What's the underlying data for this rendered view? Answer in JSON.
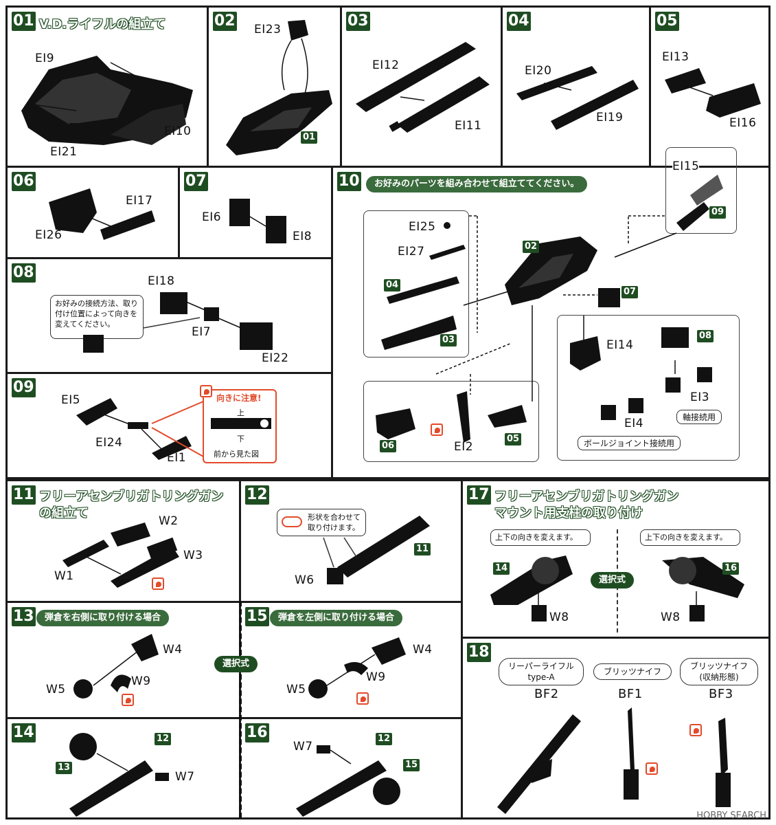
{
  "steps": {
    "s01": {
      "num": "01",
      "title": "V.D.ライフルの組立て",
      "parts": [
        "EI9",
        "EI21",
        "EI10"
      ]
    },
    "s02": {
      "num": "02",
      "parts": [
        "EI23"
      ],
      "ref": "01"
    },
    "s03": {
      "num": "03",
      "parts": [
        "EI12",
        "EI11"
      ]
    },
    "s04": {
      "num": "04",
      "parts": [
        "EI20",
        "EI19"
      ]
    },
    "s05": {
      "num": "05",
      "parts": [
        "EI13",
        "EI16"
      ]
    },
    "s06": {
      "num": "06",
      "parts": [
        "EI17",
        "EI26"
      ]
    },
    "s07": {
      "num": "07",
      "parts": [
        "EI6",
        "EI8"
      ]
    },
    "s08": {
      "num": "08",
      "parts": [
        "EI18",
        "EI7",
        "EI22"
      ],
      "note": "お好みの接続方法、取り付け位置によって向きを変えてください。"
    },
    "s09": {
      "num": "09",
      "parts": [
        "EI5",
        "EI24",
        "EI1"
      ],
      "warn_title": "向きに注意!",
      "warn_up": "上",
      "warn_down": "下",
      "warn_caption": "前から見た図"
    },
    "s10": {
      "num": "10",
      "title": "お好みのパーツを組み合わせて組立ててください。",
      "parts": [
        "EI15",
        "EI25",
        "EI27",
        "EI14",
        "EI3",
        "EI4",
        "EI2"
      ],
      "refs": [
        "09",
        "04",
        "03",
        "02",
        "07",
        "08",
        "06",
        "05"
      ],
      "axis_label": "軸接続用",
      "ball_label": "ボールジョイント接続用"
    },
    "s11": {
      "num": "11",
      "title_line1": "フリーアセンブリガトリングガン",
      "title_line2": "の組立て",
      "parts": [
        "W2",
        "W3",
        "W1"
      ]
    },
    "s12": {
      "num": "12",
      "note": "形状を合わせて取り付けます。",
      "parts": [
        "W6"
      ],
      "ref": "11"
    },
    "s13": {
      "num": "13",
      "pill": "弾倉を右側に取り付ける場合",
      "parts": [
        "W4",
        "W5",
        "W9"
      ]
    },
    "s15": {
      "num": "15",
      "pill": "弾倉を左側に取り付ける場合",
      "parts": [
        "W4",
        "W5",
        "W9"
      ]
    },
    "s14": {
      "num": "14",
      "parts": [
        "W7"
      ],
      "refs": [
        "13",
        "12"
      ]
    },
    "s16": {
      "num": "16",
      "parts": [
        "W7"
      ],
      "refs": [
        "12",
        "15"
      ]
    },
    "s17": {
      "num": "17",
      "title_line1": "フリーアセンブリガトリングガン",
      "title_line2": "マウント用支柱の取り付け",
      "note_left": "上下の向きを変えます。",
      "note_right": "上下の向きを変えます。",
      "select_label": "選択式",
      "parts": [
        "W8",
        "W8"
      ],
      "refs": [
        "14",
        "16"
      ]
    },
    "s18": {
      "num": "18",
      "items": [
        {
          "name_line1": "リーパーライフル",
          "name_line2": "type-A",
          "part": "BF2"
        },
        {
          "name_line1": "ブリッツナイフ",
          "name_line2": "",
          "part": "BF1"
        },
        {
          "name_line1": "ブリッツナイフ",
          "name_line2": "(収納形態)",
          "part": "BF3"
        }
      ]
    }
  },
  "select_label_mid": "選択式",
  "watermark": "HOBBY SEARCH",
  "colors": {
    "accent": "#1f4d22",
    "pill": "#3a6b3c",
    "warning": "#e24a2b",
    "ink": "#1a1a1a"
  }
}
